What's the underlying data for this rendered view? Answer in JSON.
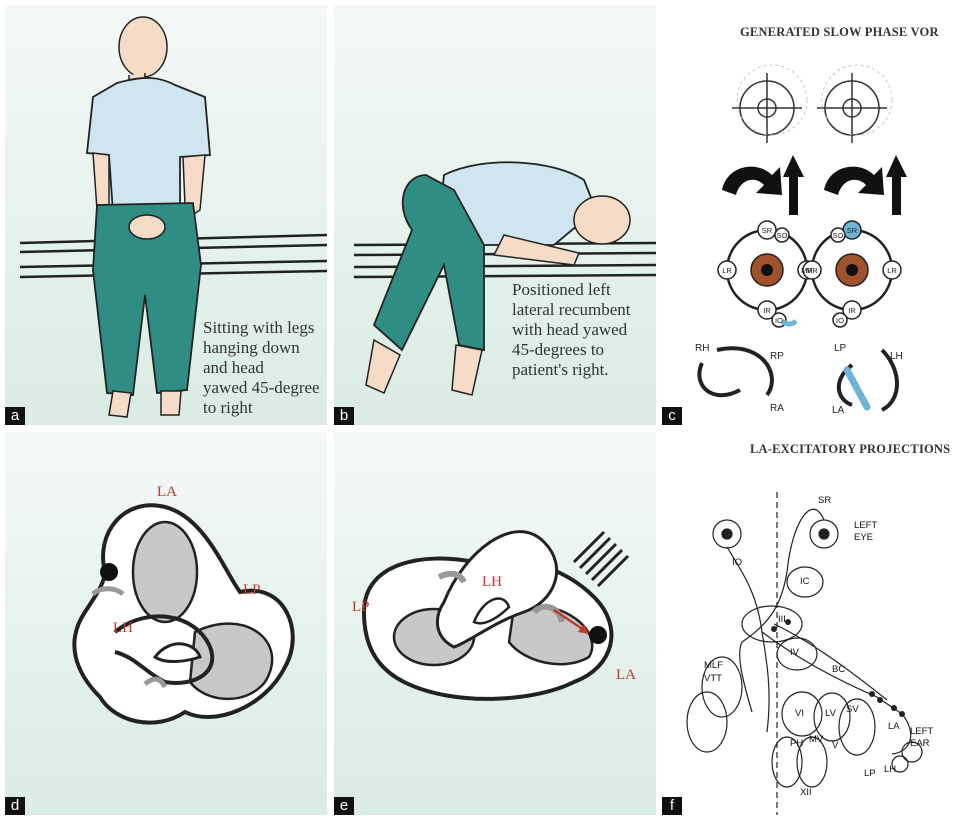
{
  "panels": {
    "a": {
      "label": "a",
      "caption": [
        "Sitting with legs",
        "hanging down",
        "and head",
        "yawed 45-degree",
        "to right"
      ]
    },
    "b": {
      "label": "b",
      "caption": [
        "Positioned left",
        "lateral recumbent",
        "with head yawed",
        "45-degrees to",
        "patient's right."
      ]
    },
    "c": {
      "label": "c",
      "title": "GENERATED SLOW PHASE VOR",
      "eye_muscles": {
        "sr": "SR",
        "so": "SO",
        "lr": "LR",
        "mr": "MR",
        "ir": "IR",
        "io": "IO"
      },
      "canals_right": {
        "rh": "RH",
        "rp": "RP",
        "ra": "RA"
      },
      "canals_left": {
        "lp": "LP",
        "lh": "LH",
        "la": "LA"
      },
      "highlight_color": "#6fb3d6"
    },
    "d": {
      "label": "d",
      "la": "LA",
      "lp": "LP",
      "lh": "LH"
    },
    "e": {
      "label": "e",
      "lp": "LP",
      "lh": "LH",
      "la": "LA"
    },
    "f": {
      "label": "f",
      "title": "LA-EXCITATORY PROJECTIONS",
      "labels": {
        "sr": "SR",
        "left_eye": [
          "LEFT",
          "EYE"
        ],
        "io": "IO",
        "ic": "IC",
        "iii": "III",
        "iv": "IV",
        "bc": "BC",
        "mlf": "MLF",
        "vtt": "VTT",
        "vi": "VI",
        "lv": "LV",
        "sv": "SV",
        "la": "LA",
        "left_ear": [
          "LEFT",
          "EAR"
        ],
        "ph": "PH",
        "mv": "MV",
        "v": "V",
        "lp": "LP",
        "lh": "LH",
        "xii": "XII"
      }
    }
  },
  "colors": {
    "skin": "#f6dcc6",
    "shirt": "#cfe5ef",
    "pants": "#2f8d84",
    "panel_bg": "#e9f3ef",
    "accent_red": "#c0392b"
  }
}
